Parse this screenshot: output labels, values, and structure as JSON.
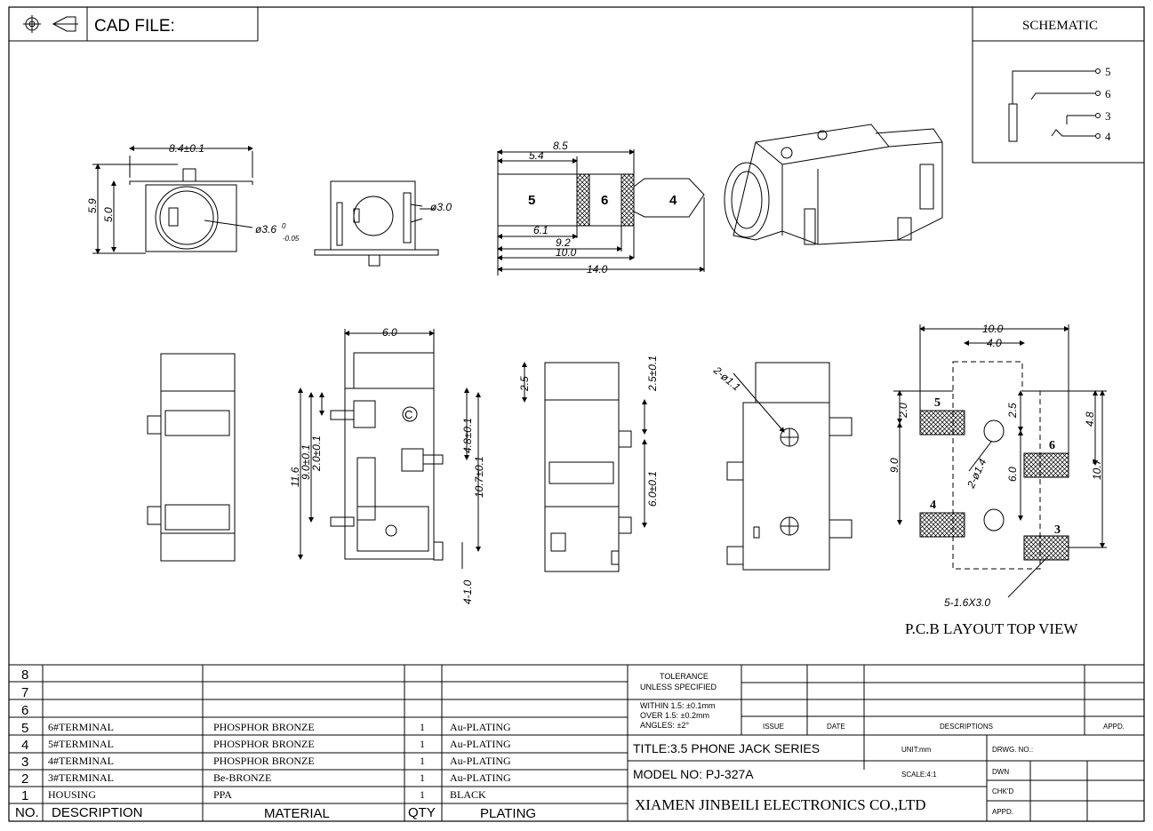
{
  "header": {
    "cad_file_label": "CAD FILE:",
    "schematic_label": "SCHEMATIC"
  },
  "schematic": {
    "pins": [
      "5",
      "6",
      "3",
      "4"
    ]
  },
  "dimensions": {
    "front": {
      "width": "8.4±0.1",
      "h1": "5.9",
      "h2": "5.0",
      "hole": "ø3.6",
      "hole_sup": "0",
      "hole_sub": "-0.05"
    },
    "side": {
      "pin": "ø3.0"
    },
    "plug": {
      "d1": "8.5",
      "d2": "5.4",
      "d3": "6.1",
      "d4": "9.2",
      "d5": "10.0",
      "d6": "14.0",
      "seg1": "5",
      "seg2": "6",
      "seg3": "4"
    },
    "view2": {
      "top": "6.0",
      "d1": "11.6",
      "d2": "9.0±0.1",
      "d3": "2.0±0.1",
      "d4": "4.8±0.1",
      "d5": "10.7±0.1",
      "d6": "4-1.0",
      "mark": "C"
    },
    "view3": {
      "d1": "2.5",
      "d2": "2.5±0.1",
      "d3": "6.0±0.1"
    },
    "view4": {
      "d1": "2-ø1.1"
    },
    "pcb": {
      "w": "10.0",
      "w2": "4.0",
      "d1": "2.0",
      "d2": "9.0",
      "d3": "2.5",
      "d4": "2-ø1.4",
      "d5": "6.0",
      "d6": "4.8",
      "d7": "10.7",
      "pads": "5-1.6X3.0",
      "p5": "5",
      "p6": "6",
      "p4": "4",
      "p3": "3"
    },
    "pcb_title": "P.C.B LAYOUT TOP VIEW"
  },
  "bom": {
    "empty_rows": [
      "8",
      "7",
      "6"
    ],
    "rows": [
      {
        "no": "5",
        "desc": "6#TERMINAL",
        "material": "PHOSPHOR BRONZE",
        "qty": "1",
        "plating": "Au-PLATING"
      },
      {
        "no": "4",
        "desc": "5#TERMINAL",
        "material": "PHOSPHOR BRONZE",
        "qty": "1",
        "plating": "Au-PLATING"
      },
      {
        "no": "3",
        "desc": "4#TERMINAL",
        "material": "PHOSPHOR BRONZE",
        "qty": "1",
        "plating": "Au-PLATING"
      },
      {
        "no": "2",
        "desc": "3#TERMINAL",
        "material": "Be-BRONZE",
        "qty": "1",
        "plating": "Au-PLATING"
      },
      {
        "no": "1",
        "desc": "HOUSING",
        "material": "PPA",
        "qty": "1",
        "plating": "BLACK"
      }
    ],
    "headers": {
      "no": "NO.",
      "desc": "DESCRIPTION",
      "material": "MATERIAL",
      "qty": "QTY",
      "plating": "PLATING"
    }
  },
  "title_block": {
    "tolerance_1": "TOLERANCE",
    "tolerance_2": "UNLESS SPECIFIED",
    "within": "WITHIN 1.5: ±0.1mm",
    "over": "OVER 1.5:  ±0.2mm",
    "angles": "ANGLES: ±2°",
    "issue": "ISSUE",
    "date": "DATE",
    "descriptions": "DESCRIPTIONS",
    "appd": "APPD.",
    "title": "TITLE:3.5 PHONE JACK SERIES",
    "unit": "UNIT:mm",
    "drwg_no": "DRWG. NO.:",
    "model": "MODEL NO: PJ-327A",
    "scale": "SCALE:4:1",
    "dwn": "DWN",
    "chkd": "CHK'D",
    "appd2": "APPD.",
    "company": "XIAMEN JINBEILI ELECTRONICS CO.,LTD"
  }
}
